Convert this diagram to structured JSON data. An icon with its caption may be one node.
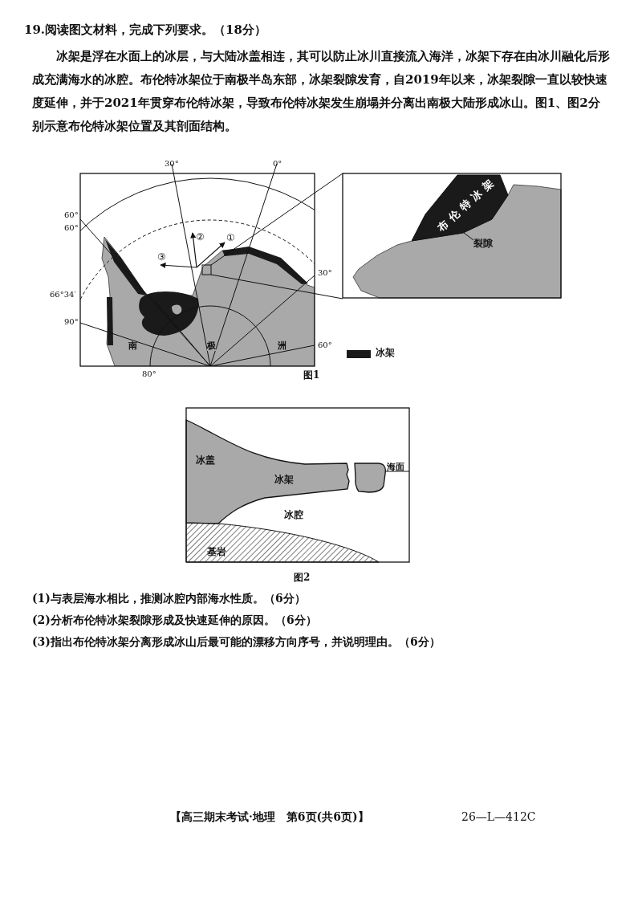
{
  "diagram": {
    "title": "19.阅读图文材料，完成下列要求。（18分）",
    "nodes": [
      {
        "text": [
          "布伦特冰架"
        ]
      },
      {
        "text": [
          "裂隙"
        ]
      }
    ],
    "edges": [
      {
        "from": 1,
        "to": 0,
        "arrow": "none"
      }
    ],
    "labels": [
      "冰架是浮在水面上的冰层，与大陆冰盖相连，其可以防止冰川直接流入海洋，冰架下存在由冰川融化后形成充满海水的冰腔。布伦特冰架位于南极半岛东部，冰架裂隙发育，自2019年以来，冰架裂隙一直以较快速度延伸，并于2021年贯穿布伦特冰架，导致布伦特冰架发生崩塌并分离出南极大陆形成冰山。图1、图2分别示意布伦特冰架位置及其剖面结构。",
      "30°",
      "0°",
      "60°",
      "60°",
      "②",
      "①",
      "③",
      "30°",
      "66°34′",
      "90°",
      "南",
      "极",
      "洲",
      "60°",
      "80°",
      "图1",
      "冰盖",
      "海面",
      "冰架",
      "冰腔",
      "基岩",
      "图2",
      "(1)与表层海水相比，推测冰腔内部海水性质。（6分）",
      "(2)分析布伦特冰架裂隙形成及快速延伸的原因。（6分）",
      "(3)指出布伦特冰架分离形成冰山后最可能的漂移方向序号，并说明理由。（6分）",
      "【高三期末考试·地理　第6页(共6页)】",
      "26—L—412C"
    ],
    "legend": [
      {
        "text": "冰架",
        "color": "#1a1a1a"
      }
    ]
  }
}
